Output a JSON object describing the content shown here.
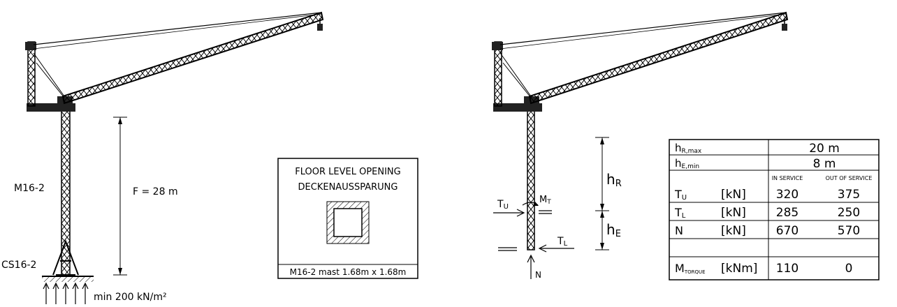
{
  "left": {
    "mast_label": "M16-2",
    "base_label": "CS16-2",
    "height_label": "F = 28 m",
    "ground_label": "min 200 kN/m²"
  },
  "opening": {
    "title_line1": "FLOOR LEVEL OPENING",
    "title_line2": "DECKENAUSSPARUNG",
    "caption": "M16-2 mast 1.68m x 1.68m"
  },
  "right": {
    "hR": "h",
    "hR_sub": "R",
    "hE": "h",
    "hE_sub": "E",
    "TU": "T",
    "TU_sub": "U",
    "TL": "T",
    "TL_sub": "L",
    "MT": "M",
    "MT_sub": "T",
    "N": "N"
  },
  "table": {
    "row_hr": {
      "label": "h",
      "sub": "R,max",
      "value": "20  m"
    },
    "row_he": {
      "label": "h",
      "sub": "E,min",
      "value": "8  m"
    },
    "col_in": "IN SERVICE",
    "col_out": "OUT OF SERVICE",
    "rows": [
      {
        "label": "T",
        "sub": "U",
        "unit": "[kN]",
        "in": "320",
        "out": "375"
      },
      {
        "label": "T",
        "sub": "L",
        "unit": "[kN]",
        "in": "285",
        "out": "250"
      },
      {
        "label": "N",
        "sub": "",
        "unit": "[kN]",
        "in": "670",
        "out": "570"
      },
      {
        "label": "M",
        "sub": "TORQUE",
        "unit": "[kNm]",
        "in": "110",
        "out": "0"
      }
    ]
  }
}
